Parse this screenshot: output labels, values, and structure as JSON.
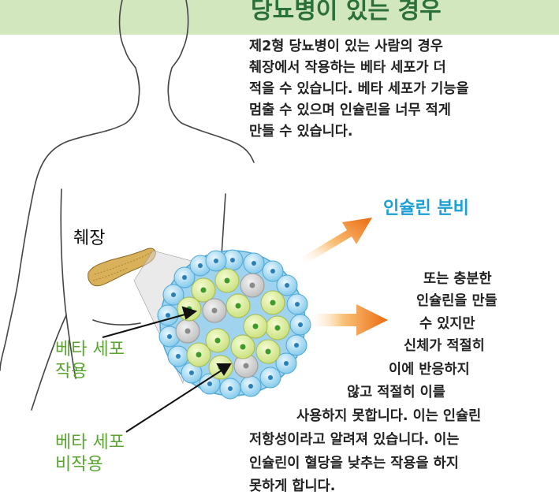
{
  "title": "당뇨병이 있는 경우",
  "intro": "제2형 당뇨병이 있는 사람의 경우\n췌장에서 작용하는 베타 세포가 더\n적을 수 있습니다. 베타 세포가 기능을\n멈출 수 있으며 인슐린을 너무 적게\n만들 수 있습니다.",
  "labels": {
    "pancreas": "췌장",
    "insulin_secretion": "인슐린 분비",
    "beta_active": "베타 세포\n작용",
    "beta_inactive": "베타 세포\n비작용"
  },
  "resistance_lines": [
    "또는 충분한",
    "인슐린을 만들",
    "수 있지만",
    "신체가 적절히",
    "이에 반응하지",
    "않고 적절히 이를",
    "사용하지 못합니다. 이는 인슐린",
    "저항성이라고 알려져 있습니다. 이는",
    "인슐린이 혈당을 낮추는 작용을 하지",
    "못하게 합니다."
  ],
  "colors": {
    "banner": "#d3e7bf",
    "title": "#2b6f3a",
    "secretion_text": "#1aa0d6",
    "beta_label": "#5aa532",
    "arrow": "#f07f1d"
  }
}
